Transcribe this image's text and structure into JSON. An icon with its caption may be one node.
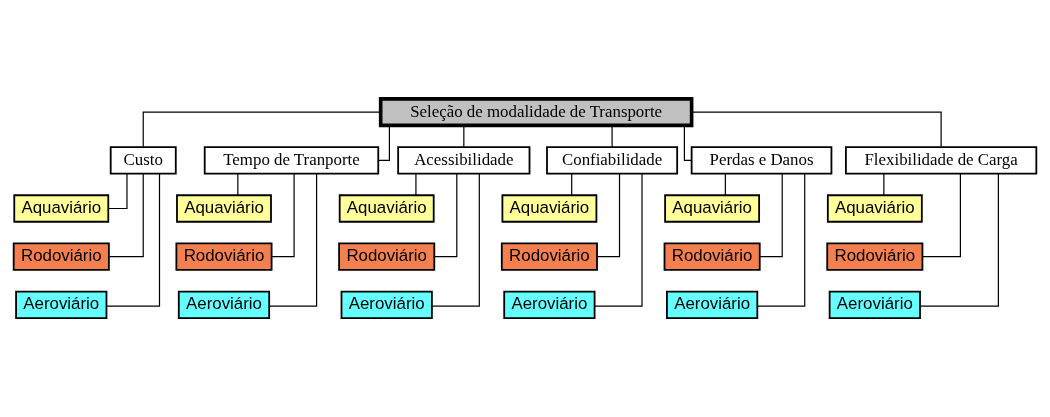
{
  "diagram": {
    "nodes": [
      {
        "text": [
          "Seleção de modalidade de Transporte"
        ]
      },
      {
        "text": [
          "Custo"
        ]
      },
      {
        "text": [
          "Tempo de Tranporte"
        ]
      },
      {
        "text": [
          "Acessibilidade"
        ]
      },
      {
        "text": [
          "Confiabilidade"
        ]
      },
      {
        "text": [
          "Perdas e Danos"
        ]
      },
      {
        "text": [
          "Flexibilidade de Carga"
        ]
      },
      {
        "text": [
          "Aquaviário"
        ]
      },
      {
        "text": [
          "Rodoviário"
        ]
      },
      {
        "text": [
          "Aeroviário"
        ]
      },
      {
        "text": [
          "Aquaviário"
        ]
      },
      {
        "text": [
          "Rodoviário"
        ]
      },
      {
        "text": [
          "Aeroviário"
        ]
      },
      {
        "text": [
          "Aquaviário"
        ]
      },
      {
        "text": [
          "Rodoviário"
        ]
      },
      {
        "text": [
          "Aeroviário"
        ]
      },
      {
        "text": [
          "Aquaviário"
        ]
      },
      {
        "text": [
          "Rodoviário"
        ]
      },
      {
        "text": [
          "Aeroviário"
        ]
      },
      {
        "text": [
          "Aquaviário"
        ]
      },
      {
        "text": [
          "Rodoviário"
        ]
      },
      {
        "text": [
          "Aeroviário"
        ]
      },
      {
        "text": [
          "Aquaviário"
        ]
      },
      {
        "text": [
          "Rodoviário"
        ]
      },
      {
        "text": [
          "Aeroviário"
        ]
      }
    ],
    "edges": [
      {
        "from": 0,
        "to": 1,
        "arrow": "none"
      },
      {
        "from": 0,
        "to": 2,
        "arrow": "none"
      },
      {
        "from": 0,
        "to": 3,
        "arrow": "none"
      },
      {
        "from": 0,
        "to": 4,
        "arrow": "none"
      },
      {
        "from": 0,
        "to": 5,
        "arrow": "none"
      },
      {
        "from": 0,
        "to": 6,
        "arrow": "none"
      },
      {
        "from": 1,
        "to": 7,
        "arrow": "none"
      },
      {
        "from": 1,
        "to": 8,
        "arrow": "none"
      },
      {
        "from": 1,
        "to": 9,
        "arrow": "none"
      },
      {
        "from": 2,
        "to": 10,
        "arrow": "none"
      },
      {
        "from": 2,
        "to": 11,
        "arrow": "none"
      },
      {
        "from": 2,
        "to": 12,
        "arrow": "none"
      },
      {
        "from": 3,
        "to": 13,
        "arrow": "none"
      },
      {
        "from": 3,
        "to": 14,
        "arrow": "none"
      },
      {
        "from": 3,
        "to": 15,
        "arrow": "none"
      },
      {
        "from": 4,
        "to": 16,
        "arrow": "none"
      },
      {
        "from": 4,
        "to": 17,
        "arrow": "none"
      },
      {
        "from": 4,
        "to": 18,
        "arrow": "none"
      },
      {
        "from": 5,
        "to": 19,
        "arrow": "none"
      },
      {
        "from": 5,
        "to": 20,
        "arrow": "none"
      },
      {
        "from": 5,
        "to": 21,
        "arrow": "none"
      },
      {
        "from": 6,
        "to": 22,
        "arrow": "none"
      },
      {
        "from": 6,
        "to": 23,
        "arrow": "none"
      },
      {
        "from": 6,
        "to": 24,
        "arrow": "none"
      }
    ]
  }
}
